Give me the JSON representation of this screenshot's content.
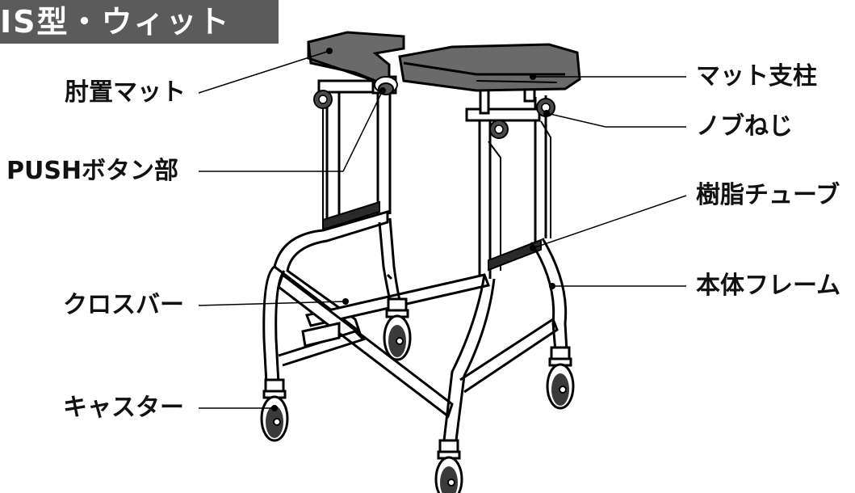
{
  "title": "IS型・ウィット",
  "labels": {
    "armrest_mat": "肘置マット",
    "push_button": "PUSHボタン部",
    "cross_bar": "クロスバー",
    "caster": "キャスター",
    "mat_post": "マット支柱",
    "knob_screw": "ノブねじ",
    "resin_tube": "樹脂チューブ",
    "main_frame": "本体フレーム"
  }
}
